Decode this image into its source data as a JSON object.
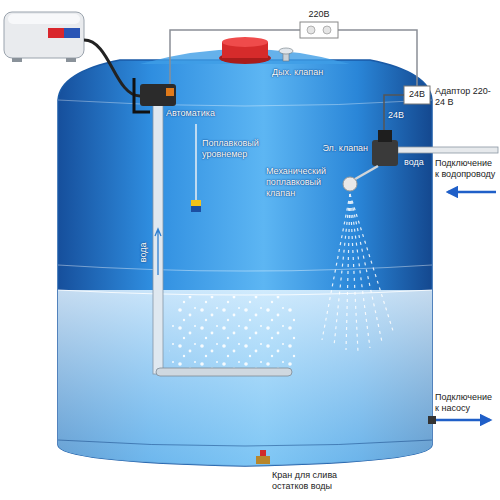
{
  "diagram": {
    "labels": [
      "220В",
      "Дых. клапан",
      "24В",
      "Адаптор 220-24 В",
      "Автоматика",
      "24В",
      "Эл. клапан",
      "вода",
      "Подключение к водопроводу",
      "Поплавковый уровнемер",
      "Механический поплавковый клапан",
      "вода",
      "Подключение к насосу",
      "Кран для слива остатков воды"
    ]
  }
}
